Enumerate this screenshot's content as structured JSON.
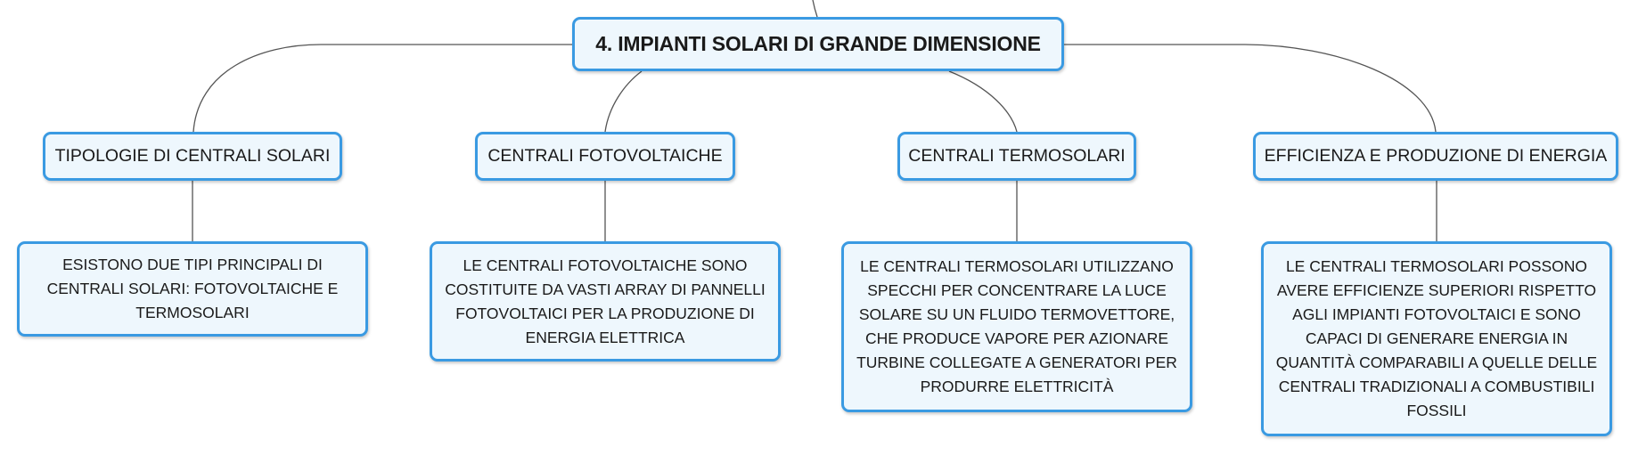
{
  "colors": {
    "border": "#3a9ae2",
    "fill": "#eef7fd",
    "line": "#555555"
  },
  "root": {
    "title": "4. IMPIANTI SOLARI DI GRANDE DIMENSIONE"
  },
  "branches": [
    {
      "title": "TIPOLOGIE DI CENTRALI SOLARI",
      "detail": "ESISTONO DUE TIPI PRINCIPALI DI CENTRALI SOLARI: FOTOVOLTAICHE E TERMOSOLARI"
    },
    {
      "title": "CENTRALI FOTOVOLTAICHE",
      "detail": "LE CENTRALI FOTOVOLTAICHE SONO COSTITUITE DA VASTI ARRAY DI PANNELLI FOTOVOLTAICI PER LA PRODUZIONE DI ENERGIA ELETTRICA"
    },
    {
      "title": "CENTRALI TERMOSOLARI",
      "detail": "LE CENTRALI TERMOSOLARI UTILIZZANO SPECCHI PER CONCENTRARE LA LUCE SOLARE SU UN FLUIDO TERMOVETTORE, CHE PRODUCE VAPORE PER AZIONARE TURBINE COLLEGATE A GENERATORI PER PRODURRE ELETTRICITÀ"
    },
    {
      "title": "EFFICIENZA E PRODUZIONE DI ENERGIA",
      "detail": "LE CENTRALI TERMOSOLARI POSSONO AVERE EFFICIENZE SUPERIORI RISPETTO AGLI IMPIANTI FOTOVOLTAICI E SONO CAPACI DI GENERARE ENERGIA IN QUANTITÀ COMPARABILI A QUELLE DELLE CENTRALI TRADIZIONALI A COMBUSTIBILI FOSSILI"
    }
  ]
}
